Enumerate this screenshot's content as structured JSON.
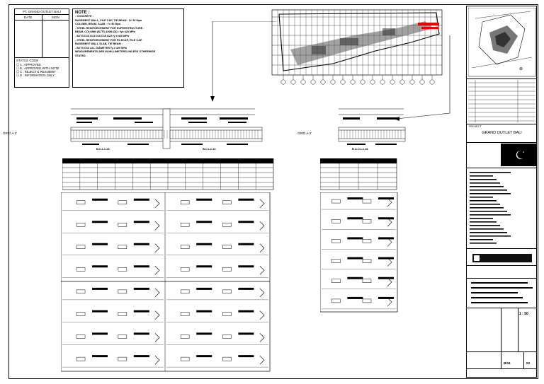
{
  "status_box": {
    "header": "PT. GRAND OUTLET BALI",
    "col_date": "DATE",
    "col_sign": "SIGN",
    "status_title": "STATUS CODE",
    "codes": [
      "A : APPROVED",
      "B : APPROVED WITH NOTE",
      "C : REJECT & RESUBMIT",
      "D : INFORMATION ONLY"
    ]
  },
  "notes": {
    "title": "NOTE :",
    "lines": [
      "- CONCRETE :",
      "  BASEMENT WALL, PILE CAP, TIE BEAM : f'c 30 Mpa",
      "  COLUMN, BEAM, SLAB                 : f'c 30 Mpa",
      "- STEEL REINFORCEMENT FOR SUPERSTRUCTURE :",
      "  BEAM, COLUMN (BJTS 420B (D)) : fy≥ 420 MPa",
      "   - BJTS D10 D13 D16 D19 D22  fy ≥ 420 MPa",
      "- STEEL REINFORCEMENT FOR PILECAP, PILE CAP",
      "  BASEMENT WALL SLAB, TIE BEAM :",
      "   - BJTS D10 ALL DIAMETER    fy ≥ 420 MPa",
      "  MEASUREMENTS ARE IN MILLIMETERS UNLESS OTHERWISE",
      "  STATED."
    ]
  },
  "sections": {
    "left_label_1": "B.C.L2-13",
    "left_label_2": "B.C.L2-13",
    "right_label": "B.A.C.L2-18",
    "grid_left": "GRID A-2'",
    "grid_right": "GRID A-2'"
  },
  "title_block": {
    "project_label": "PROJECT",
    "project_name": "GRAND OUTLET BALI",
    "drawing_no": "B/04",
    "scale": "1 : 50",
    "sheet": "03"
  }
}
